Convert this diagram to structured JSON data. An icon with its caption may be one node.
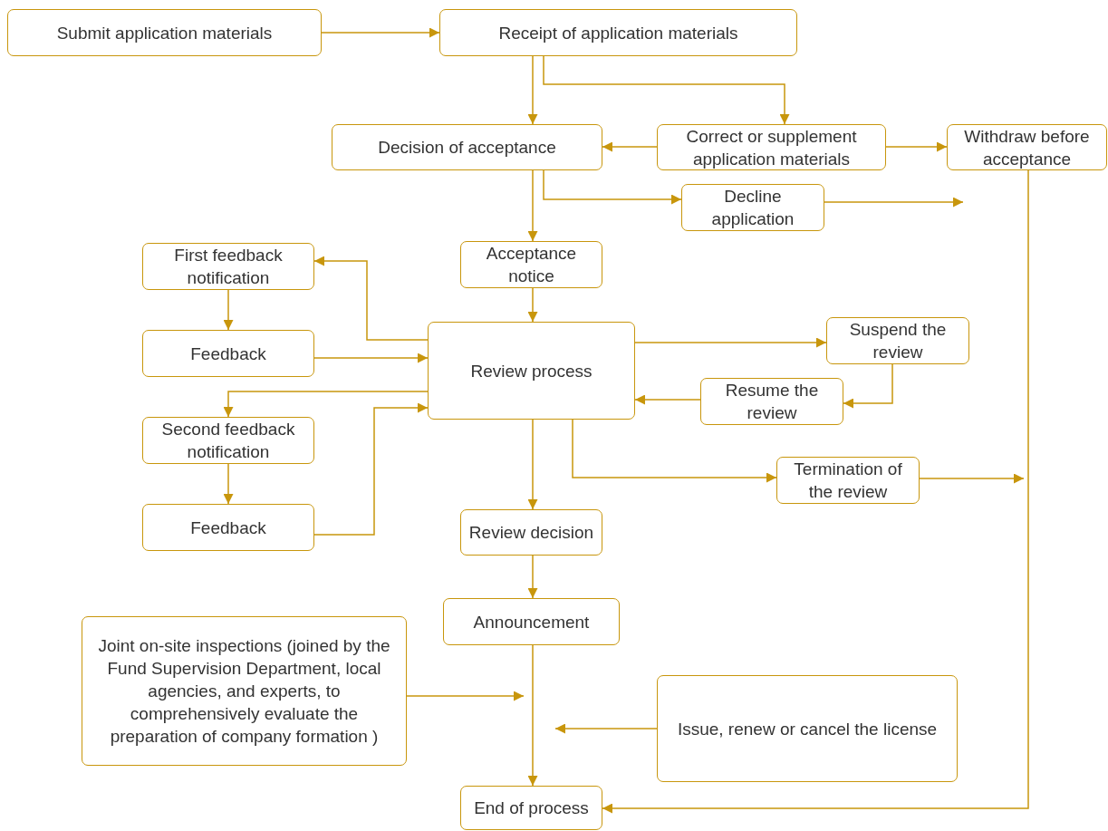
{
  "diagram": {
    "nodes": [
      {
        "text": [
          "Submit application materials"
        ]
      },
      {
        "text": [
          "Receipt of application materials"
        ]
      },
      {
        "text": [
          "Decision of acceptance"
        ]
      },
      {
        "text": [
          "Correct or supplement application materials"
        ]
      },
      {
        "text": [
          "Withdraw before acceptance"
        ]
      },
      {
        "text": [
          "Decline application"
        ]
      },
      {
        "text": [
          "Acceptance notice"
        ]
      },
      {
        "text": [
          "First feedback notification"
        ]
      },
      {
        "text": [
          "Feedback"
        ]
      },
      {
        "text": [
          "Review process"
        ]
      },
      {
        "text": [
          "Suspend the review"
        ]
      },
      {
        "text": [
          "Resume the review"
        ]
      },
      {
        "text": [
          "Second feedback notification"
        ]
      },
      {
        "text": [
          "Feedback"
        ]
      },
      {
        "text": [
          "Termination of the review"
        ]
      },
      {
        "text": [
          "Review decision"
        ]
      },
      {
        "text": [
          "Announcement"
        ]
      },
      {
        "text": [
          "Joint on-site inspections (joined by the Fund Supervision Department, local agencies, and experts, to comprehensively evaluate the preparation of company formation )"
        ]
      },
      {
        "text": [
          "Issue, renew or cancel the license"
        ]
      },
      {
        "text": [
          "End of process"
        ]
      }
    ],
    "edges": [
      {
        "from": 0,
        "to": 1,
        "arrow": "to"
      },
      {
        "from": 1,
        "to": 2,
        "arrow": "to"
      },
      {
        "from": 1,
        "to": 3,
        "arrow": "to"
      },
      {
        "from": 3,
        "to": 2,
        "arrow": "to"
      },
      {
        "from": 3,
        "to": 4,
        "arrow": "to"
      },
      {
        "from": 2,
        "to": 6,
        "arrow": "to"
      },
      {
        "from": 2,
        "to": 5,
        "arrow": "to"
      },
      {
        "from": 5,
        "to": null,
        "arrow": "to"
      },
      {
        "from": 4,
        "to": 19,
        "arrow": "to"
      },
      {
        "from": 6,
        "to": 9,
        "arrow": "to"
      },
      {
        "from": 9,
        "to": 7,
        "arrow": "to"
      },
      {
        "from": 7,
        "to": 8,
        "arrow": "to"
      },
      {
        "from": 8,
        "to": 9,
        "arrow": "to"
      },
      {
        "from": 9,
        "to": 12,
        "arrow": "to"
      },
      {
        "from": 12,
        "to": 13,
        "arrow": "to"
      },
      {
        "from": 13,
        "to": 9,
        "arrow": "to"
      },
      {
        "from": 9,
        "to": 10,
        "arrow": "to"
      },
      {
        "from": 10,
        "to": 11,
        "arrow": "to"
      },
      {
        "from": 11,
        "to": 9,
        "arrow": "to"
      },
      {
        "from": 9,
        "to": 15,
        "arrow": "to"
      },
      {
        "from": 9,
        "to": 14,
        "arrow": "to"
      },
      {
        "from": 14,
        "to": null,
        "arrow": "to"
      },
      {
        "from": 15,
        "to": 16,
        "arrow": "to"
      },
      {
        "from": 16,
        "to": 19,
        "arrow": "to"
      },
      {
        "from": 17,
        "to": null,
        "arrow": "to"
      },
      {
        "from": 18,
        "to": null,
        "arrow": "to"
      }
    ]
  }
}
